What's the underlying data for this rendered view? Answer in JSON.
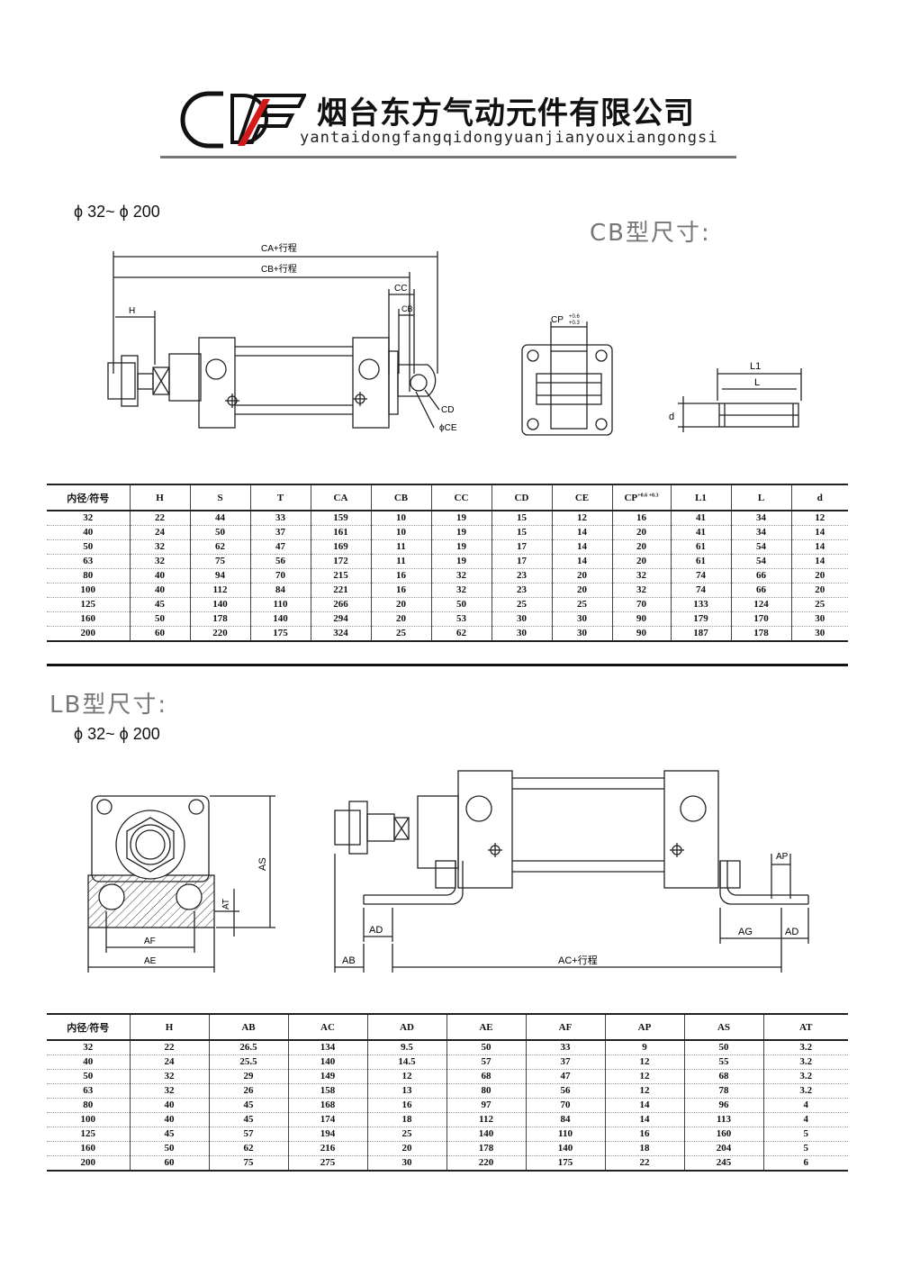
{
  "header": {
    "company_cn": "烟台东方气动元件有限公司",
    "company_pinyin": "yantaidongfangqidongyuanjianyouxiangongsi",
    "logo_letters": "CDF"
  },
  "cb_section": {
    "title": "CB型尺寸:",
    "bore_range": "ϕ 32~ ϕ 200",
    "drawing_labels": {
      "ca_stroke": "CA+行程",
      "cb_stroke": "CB+行程",
      "h": "H",
      "cc": "CC",
      "cb": "CB",
      "cd": "CD",
      "ce": "ϕCE",
      "cp": "CP",
      "cp_tol_upper": "+0.6",
      "cp_tol_lower": "+0.3",
      "l1": "L1",
      "l": "L",
      "d": "d"
    },
    "table": {
      "headers": [
        "内径/符号",
        "H",
        "S",
        "T",
        "CA",
        "CB",
        "CC",
        "CD",
        "CE",
        "CP",
        "L1",
        "L",
        "d"
      ],
      "cp_header_tol": "+0.6 +0.3",
      "rows": [
        [
          "32",
          "22",
          "44",
          "33",
          "159",
          "10",
          "19",
          "15",
          "12",
          "16",
          "41",
          "34",
          "12"
        ],
        [
          "40",
          "24",
          "50",
          "37",
          "161",
          "10",
          "19",
          "15",
          "14",
          "20",
          "41",
          "34",
          "14"
        ],
        [
          "50",
          "32",
          "62",
          "47",
          "169",
          "11",
          "19",
          "17",
          "14",
          "20",
          "61",
          "54",
          "14"
        ],
        [
          "63",
          "32",
          "75",
          "56",
          "172",
          "11",
          "19",
          "17",
          "14",
          "20",
          "61",
          "54",
          "14"
        ],
        [
          "80",
          "40",
          "94",
          "70",
          "215",
          "16",
          "32",
          "23",
          "20",
          "32",
          "74",
          "66",
          "20"
        ],
        [
          "100",
          "40",
          "112",
          "84",
          "221",
          "16",
          "32",
          "23",
          "20",
          "32",
          "74",
          "66",
          "20"
        ],
        [
          "125",
          "45",
          "140",
          "110",
          "266",
          "20",
          "50",
          "25",
          "25",
          "70",
          "133",
          "124",
          "25"
        ],
        [
          "160",
          "50",
          "178",
          "140",
          "294",
          "20",
          "53",
          "30",
          "30",
          "90",
          "179",
          "170",
          "30"
        ],
        [
          "200",
          "60",
          "220",
          "175",
          "324",
          "25",
          "62",
          "30",
          "30",
          "90",
          "187",
          "178",
          "30"
        ]
      ]
    }
  },
  "lb_section": {
    "title": "LB型尺寸:",
    "bore_range": "ϕ 32~ ϕ 200",
    "drawing_labels": {
      "as": "AS",
      "at": "AT",
      "af": "AF",
      "ae": "AE",
      "ad": "AD",
      "ab": "AB",
      "ac_stroke": "AC+行程",
      "ag": "AG",
      "ap": "AP"
    },
    "table": {
      "headers": [
        "内径/符号",
        "H",
        "AB",
        "AC",
        "AD",
        "AE",
        "AF",
        "AP",
        "AS",
        "AT"
      ],
      "rows": [
        [
          "32",
          "22",
          "26.5",
          "134",
          "9.5",
          "50",
          "33",
          "9",
          "50",
          "3.2"
        ],
        [
          "40",
          "24",
          "25.5",
          "140",
          "14.5",
          "57",
          "37",
          "12",
          "55",
          "3.2"
        ],
        [
          "50",
          "32",
          "29",
          "149",
          "12",
          "68",
          "47",
          "12",
          "68",
          "3.2"
        ],
        [
          "63",
          "32",
          "26",
          "158",
          "13",
          "80",
          "56",
          "12",
          "78",
          "3.2"
        ],
        [
          "80",
          "40",
          "45",
          "168",
          "16",
          "97",
          "70",
          "14",
          "96",
          "4"
        ],
        [
          "100",
          "40",
          "45",
          "174",
          "18",
          "112",
          "84",
          "14",
          "113",
          "4"
        ],
        [
          "125",
          "45",
          "57",
          "194",
          "25",
          "140",
          "110",
          "16",
          "160",
          "5"
        ],
        [
          "160",
          "50",
          "62",
          "216",
          "20",
          "178",
          "140",
          "18",
          "204",
          "5"
        ],
        [
          "200",
          "60",
          "75",
          "275",
          "30",
          "220",
          "175",
          "22",
          "245",
          "6"
        ]
      ]
    }
  }
}
